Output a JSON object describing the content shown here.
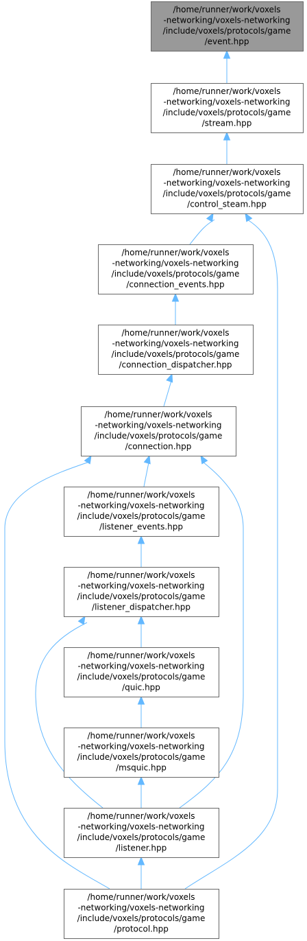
{
  "graph": {
    "nodes": [
      {
        "id": "event",
        "lines": [
          "/home/runner/work/voxels",
          "-networking/voxels-networking",
          "/include/voxels/protocols/game",
          "/event.hpp"
        ],
        "highlighted": true
      },
      {
        "id": "stream",
        "lines": [
          "/home/runner/work/voxels",
          "-networking/voxels-networking",
          "/include/voxels/protocols/game",
          "/stream.hpp"
        ]
      },
      {
        "id": "control_steam",
        "lines": [
          "/home/runner/work/voxels",
          "-networking/voxels-networking",
          "/include/voxels/protocols/game",
          "/control_steam.hpp"
        ]
      },
      {
        "id": "connection_events",
        "lines": [
          "/home/runner/work/voxels",
          "-networking/voxels-networking",
          "/include/voxels/protocols/game",
          "/connection_events.hpp"
        ]
      },
      {
        "id": "connection_dispatcher",
        "lines": [
          "/home/runner/work/voxels",
          "-networking/voxels-networking",
          "/include/voxels/protocols/game",
          "/connection_dispatcher.hpp"
        ]
      },
      {
        "id": "connection",
        "lines": [
          "/home/runner/work/voxels",
          "-networking/voxels-networking",
          "/include/voxels/protocols/game",
          "/connection.hpp"
        ]
      },
      {
        "id": "listener_events",
        "lines": [
          "/home/runner/work/voxels",
          "-networking/voxels-networking",
          "/include/voxels/protocols/game",
          "/listener_events.hpp"
        ]
      },
      {
        "id": "listener_dispatcher",
        "lines": [
          "/home/runner/work/voxels",
          "-networking/voxels-networking",
          "/include/voxels/protocols/game",
          "/listener_dispatcher.hpp"
        ]
      },
      {
        "id": "quic",
        "lines": [
          "/home/runner/work/voxels",
          "-networking/voxels-networking",
          "/include/voxels/protocols/game",
          "/quic.hpp"
        ]
      },
      {
        "id": "msquic",
        "lines": [
          "/home/runner/work/voxels",
          "-networking/voxels-networking",
          "/include/voxels/protocols/game",
          "/msquic.hpp"
        ]
      },
      {
        "id": "listener",
        "lines": [
          "/home/runner/work/voxels",
          "-networking/voxels-networking",
          "/include/voxels/protocols/game",
          "/listener.hpp"
        ]
      },
      {
        "id": "protocol",
        "lines": [
          "/home/runner/work/voxels",
          "-networking/voxels-networking",
          "/include/voxels/protocols/game",
          "/protocol.hpp"
        ]
      }
    ],
    "edges": [
      {
        "from": "stream",
        "to": "event"
      },
      {
        "from": "control_steam",
        "to": "stream"
      },
      {
        "from": "connection_events",
        "to": "control_steam"
      },
      {
        "from": "protocol",
        "to": "control_steam"
      },
      {
        "from": "connection_dispatcher",
        "to": "connection_events"
      },
      {
        "from": "connection",
        "to": "connection_dispatcher"
      },
      {
        "from": "listener_events",
        "to": "connection"
      },
      {
        "from": "listener",
        "to": "connection"
      },
      {
        "from": "protocol",
        "to": "connection"
      },
      {
        "from": "listener_dispatcher",
        "to": "listener_events"
      },
      {
        "from": "quic",
        "to": "listener_dispatcher"
      },
      {
        "from": "listener",
        "to": "listener_dispatcher"
      },
      {
        "from": "msquic",
        "to": "quic"
      },
      {
        "from": "listener",
        "to": "msquic"
      },
      {
        "from": "protocol",
        "to": "listener"
      }
    ],
    "colors": {
      "edge": "#63b8ff",
      "node_border": "#666666",
      "root_fill": "#999999"
    }
  }
}
